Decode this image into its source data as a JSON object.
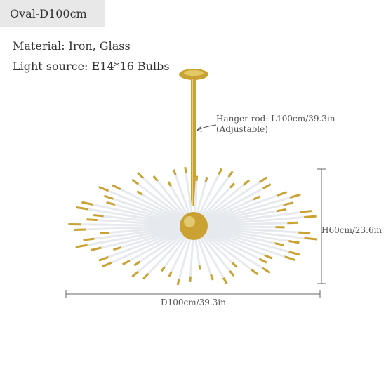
{
  "title": "Oval-D100cm",
  "specs": {
    "material": "Material: Iron, Glass",
    "light_source": "Light source: E14*16 Bulbs"
  },
  "annotations": {
    "hanger_rod": "Hanger rod: L100cm/39.3in",
    "hanger_adjustable": "(Adjustable)",
    "height": "H60cm/23.6in",
    "width": "D100cm/39.3in"
  },
  "colors": {
    "brass": "#c9a233",
    "glass": "#e6e9ee",
    "dimension_line": "#666666",
    "label_bg": "#e8e8e8"
  }
}
